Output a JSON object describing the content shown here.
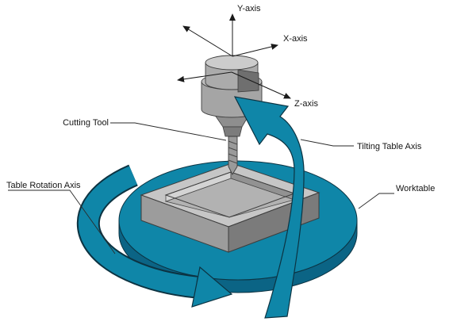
{
  "labels": {
    "y_axis": "Y-axis",
    "x_axis": "X-axis",
    "z_axis": "Z-axis",
    "cutting_tool": "Cutting Tool",
    "tilting_table_axis": "Tilting Table Axis",
    "table_rotation_axis": "Table Rotation Axis",
    "worktable": "Worktable"
  },
  "colors": {
    "teal": "#0f86a8",
    "teal_dark": "#0b6485",
    "teal_outline": "#0c3342",
    "metal_light": "#c6c6c6",
    "metal_mid": "#9c9c9c",
    "metal_dark": "#7b7b7b",
    "pocket_floor": "#b2b2b2",
    "outline": "#1a1a1a",
    "background": "#ffffff"
  }
}
